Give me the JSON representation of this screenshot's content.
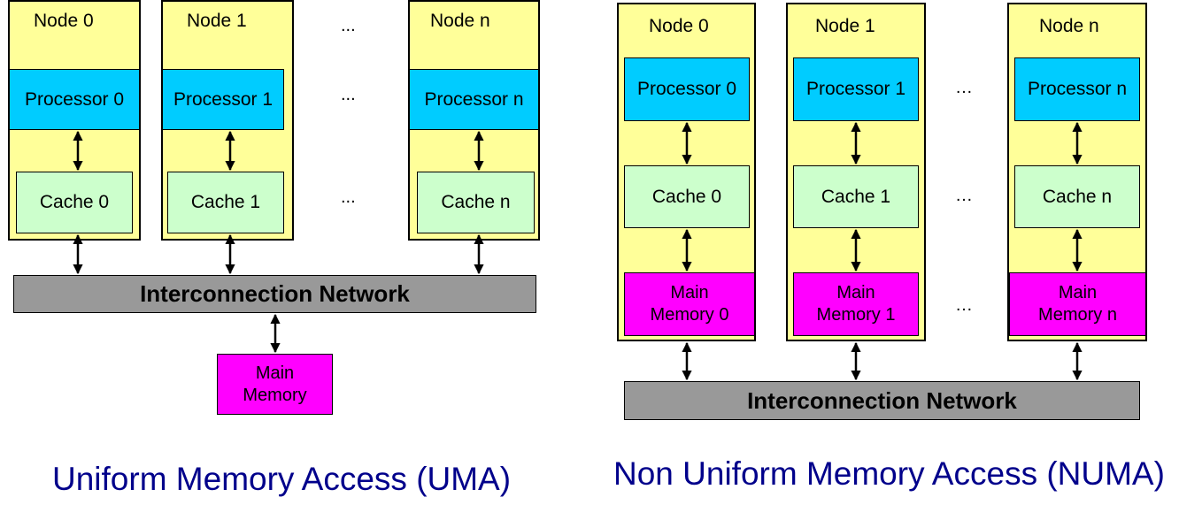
{
  "uma": {
    "nodes": [
      {
        "label": "Node 0",
        "processor": "Processor 0",
        "cache": "Cache 0"
      },
      {
        "label": "Node 1",
        "processor": "Processor 1",
        "cache": "Cache 1"
      },
      {
        "label": "Node n",
        "processor": "Processor n",
        "cache": "Cache n"
      }
    ],
    "ellipsis": "...",
    "network": "Interconnection Network",
    "memory": "Main\nMemory",
    "caption": "Uniform Memory Access (UMA)"
  },
  "numa": {
    "nodes": [
      {
        "label": "Node 0",
        "processor": "Processor 0",
        "cache": "Cache  0",
        "memory": "Main\nMemory 0"
      },
      {
        "label": "Node 1",
        "processor": "Processor 1",
        "cache": "Cache  1",
        "memory": "Main\nMemory 1"
      },
      {
        "label": "Node n",
        "processor": "Processor n",
        "cache": "Cache  n",
        "memory": "Main\nMemory n"
      }
    ],
    "ellipsis": "…",
    "network": "Interconnection Network",
    "caption": "Non Uniform Memory Access (NUMA)"
  },
  "colors": {
    "node_bg": "#ffff99",
    "processor": "#00ccff",
    "cache": "#ccffcc",
    "memory": "#ff00ff",
    "network": "#999999",
    "caption": "#00008b"
  }
}
